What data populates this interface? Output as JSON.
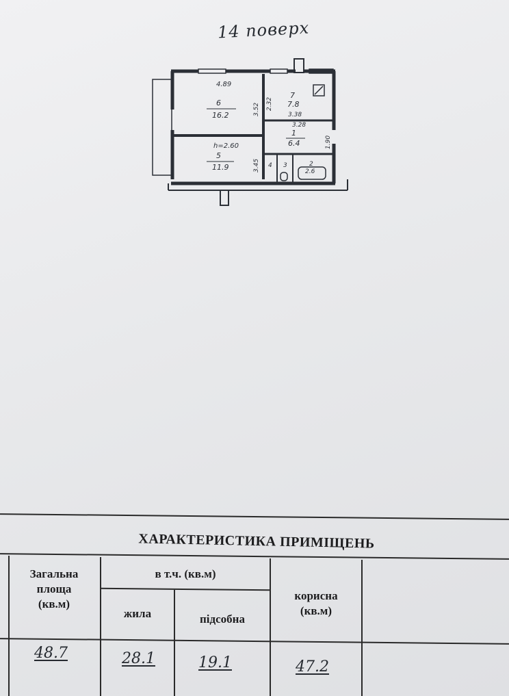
{
  "floor_label": "14 поверх",
  "plan": {
    "room6_num": "6",
    "room6_area": "16.2",
    "room5_num": "5",
    "room5_area": "11.9",
    "room7_num": "7",
    "room7_area": "7.8",
    "room1_num": "1",
    "room1_area": "6.4",
    "room3_num": "3",
    "room2_num": "2",
    "room2_area": "2.6",
    "room4_num": "4",
    "dim_top": "4.89",
    "dim_mid": "3.38",
    "dim_mid2": "3.28",
    "dim_height": "h=2.60",
    "dim_vert1": "3.52",
    "dim_vert2": "2.32",
    "dim_vert3": "1.90",
    "dim_vert4": "3.45"
  },
  "table": {
    "title": "ХАРАКТЕРИСТИКА ПРИМІЩЕНЬ",
    "col_total": [
      "Загальна",
      "площа",
      "(кв.м)"
    ],
    "col_incl": "в т.ч. (кв.м)",
    "col_living": "жила",
    "col_aux": "підсобна",
    "col_useful": [
      "корисна",
      "(кв.м)"
    ],
    "values": {
      "total": "48.7",
      "living": "28.1",
      "aux": "19.1",
      "useful": "47.2"
    }
  }
}
